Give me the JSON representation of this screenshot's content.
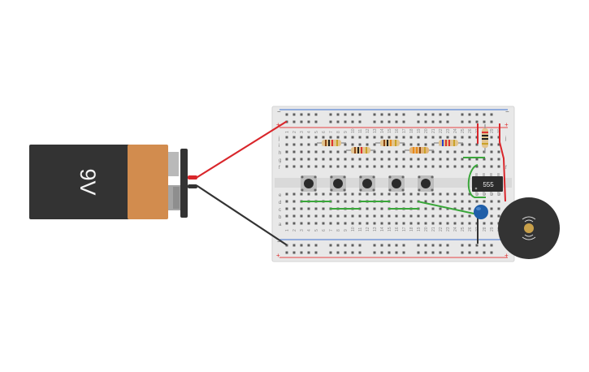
{
  "circuit": {
    "battery": {
      "label": "9V",
      "body_color": "#333333",
      "cap_color": "#d28c4e"
    },
    "breadboard": {
      "columns": 30,
      "top_row_labels": [
        "j",
        "i",
        "h",
        "g",
        "f"
      ],
      "bottom_row_labels": [
        "e",
        "d",
        "c",
        "b",
        "a"
      ],
      "rail_symbols": {
        "minus": "−",
        "plus": "+"
      }
    },
    "ic": {
      "label": "555"
    },
    "pushbuttons": 5,
    "resistors": 6,
    "colors": {
      "wire_red": "#d9262b",
      "wire_black": "#333333",
      "wire_green": "#3aa63a",
      "capacitor": "#1f5ea8",
      "buzzer": "#333333",
      "rail_red": "#e64545",
      "rail_blue": "#3b6fcf"
    },
    "icons": {
      "battery": "battery-icon",
      "button": "pushbutton-icon",
      "buzzer": "piezo-buzzer-icon"
    }
  }
}
